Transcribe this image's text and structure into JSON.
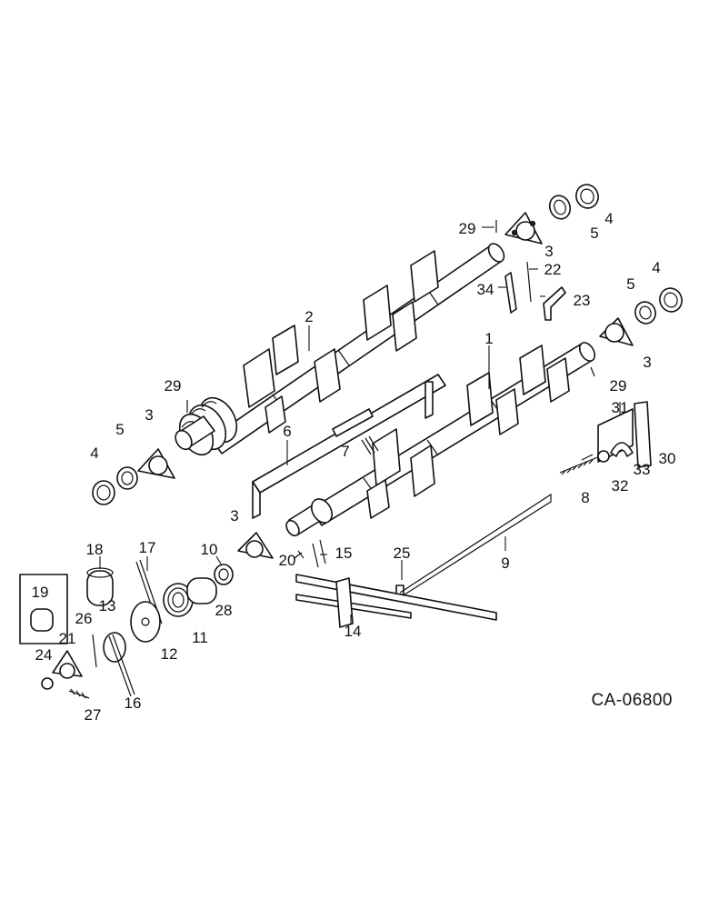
{
  "drawing_ref": "CA-06800",
  "callouts": [
    {
      "id": "c1",
      "label": "1"
    },
    {
      "id": "c2",
      "label": "2"
    },
    {
      "id": "c3a",
      "label": "3"
    },
    {
      "id": "c3b",
      "label": "3"
    },
    {
      "id": "c3c",
      "label": "3"
    },
    {
      "id": "c3d",
      "label": "3"
    },
    {
      "id": "c4a",
      "label": "4"
    },
    {
      "id": "c4b",
      "label": "4"
    },
    {
      "id": "c4c",
      "label": "4"
    },
    {
      "id": "c5a",
      "label": "5"
    },
    {
      "id": "c5b",
      "label": "5"
    },
    {
      "id": "c5c",
      "label": "5"
    },
    {
      "id": "c6",
      "label": "6"
    },
    {
      "id": "c7",
      "label": "7"
    },
    {
      "id": "c8",
      "label": "8"
    },
    {
      "id": "c9",
      "label": "9"
    },
    {
      "id": "c10",
      "label": "10"
    },
    {
      "id": "c11",
      "label": "11"
    },
    {
      "id": "c12",
      "label": "12"
    },
    {
      "id": "c13",
      "label": "13"
    },
    {
      "id": "c14",
      "label": "14"
    },
    {
      "id": "c15",
      "label": "15"
    },
    {
      "id": "c16",
      "label": "16"
    },
    {
      "id": "c17",
      "label": "17"
    },
    {
      "id": "c18",
      "label": "18"
    },
    {
      "id": "c19",
      "label": "19"
    },
    {
      "id": "c20",
      "label": "20"
    },
    {
      "id": "c21",
      "label": "21"
    },
    {
      "id": "c22",
      "label": "22"
    },
    {
      "id": "c23",
      "label": "23"
    },
    {
      "id": "c24",
      "label": "24"
    },
    {
      "id": "c25",
      "label": "25"
    },
    {
      "id": "c26",
      "label": "26"
    },
    {
      "id": "c27",
      "label": "27"
    },
    {
      "id": "c28",
      "label": "28"
    },
    {
      "id": "c29a",
      "label": "29"
    },
    {
      "id": "c29b",
      "label": "29"
    },
    {
      "id": "c29c",
      "label": "29"
    },
    {
      "id": "c30",
      "label": "30"
    },
    {
      "id": "c31",
      "label": "31"
    },
    {
      "id": "c32",
      "label": "32"
    },
    {
      "id": "c33",
      "label": "33"
    },
    {
      "id": "c34",
      "label": "34"
    }
  ]
}
